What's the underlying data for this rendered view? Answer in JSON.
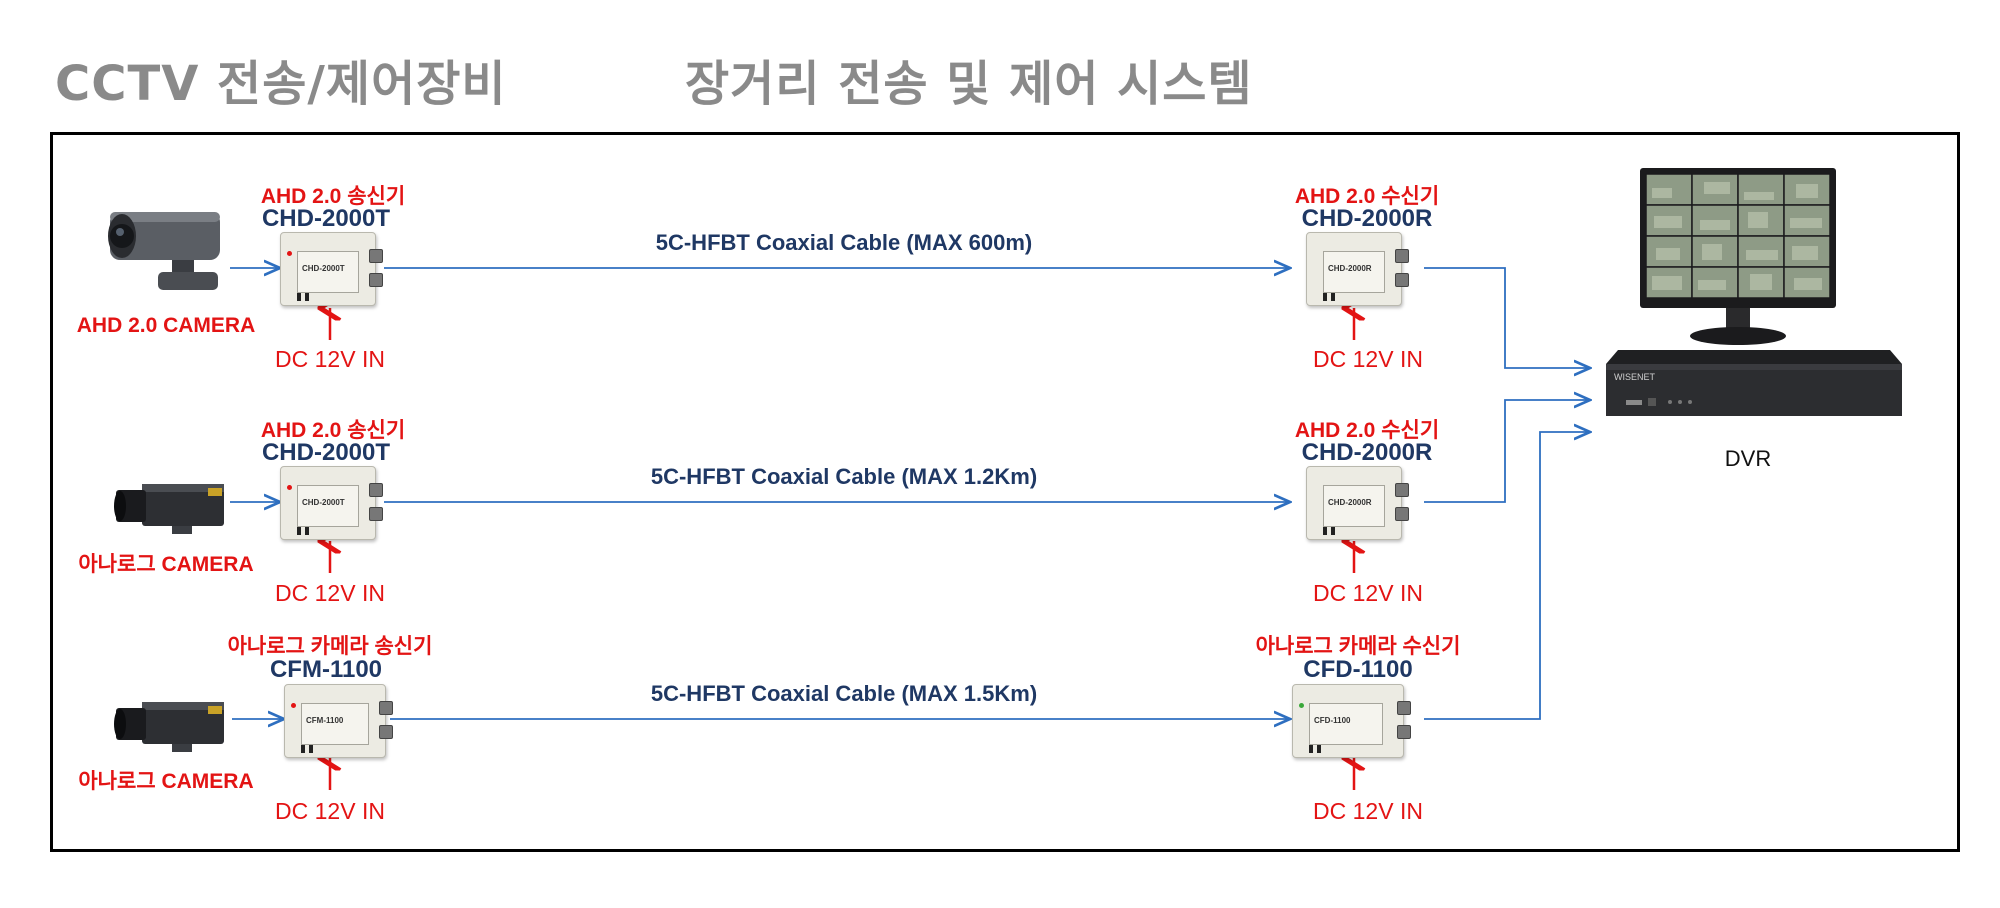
{
  "titles": {
    "left": "CCTV 전송/제어장비",
    "right": "장거리 전송 및 제어 시스템"
  },
  "rows": [
    {
      "camera_label": "AHD 2.0 CAMERA",
      "tx_type": "AHD 2.0 송신기",
      "tx_model": "CHD-2000T",
      "tx_face": "CHD-2000T",
      "tx_power": "DC 12V IN",
      "cable": "5C-HFBT Coaxial Cable (MAX  600m)",
      "rx_type": "AHD 2.0 수신기",
      "rx_model": "CHD-2000R",
      "rx_face": "CHD-2000R",
      "rx_power": "DC 12V IN"
    },
    {
      "camera_label": "아나로그 CAMERA",
      "tx_type": "AHD 2.0 송신기",
      "tx_model": "CHD-2000T",
      "tx_face": "CHD-2000T",
      "tx_power": "DC 12V IN",
      "cable": "5C-HFBT Coaxial Cable (MAX  1.2Km)",
      "rx_type": "AHD 2.0 수신기",
      "rx_model": "CHD-2000R",
      "rx_face": "CHD-2000R",
      "rx_power": "DC 12V IN"
    },
    {
      "camera_label": "아나로그 CAMERA",
      "tx_type": "아나로그 카메라 송신기",
      "tx_model": "CFM-1100",
      "tx_face": "CFM-1100",
      "tx_power": "DC 12V IN",
      "cable": "5C-HFBT Coaxial Cable (MAX  1.5Km)",
      "rx_type": "아나로그 카메라 수신기",
      "rx_model": "CFD-1100",
      "rx_face": "CFD-1100",
      "rx_power": "DC 12V IN"
    }
  ],
  "dvr": {
    "label": "DVR",
    "brand": "WISENET"
  },
  "icons": {
    "camera_row1": "bullet-camera-icon",
    "camera_row2": "box-camera-icon",
    "camera_row3": "box-camera-icon",
    "monitor": "monitor-icon",
    "dvr_unit": "dvr-recorder-icon",
    "power_arrow": "arrow-up-icon"
  },
  "colors": {
    "title": "#8a8a8a",
    "label_red": "#e31414",
    "model_navy": "#1f3864",
    "line_blue": "#2e6fc0",
    "frame": "#000000"
  }
}
